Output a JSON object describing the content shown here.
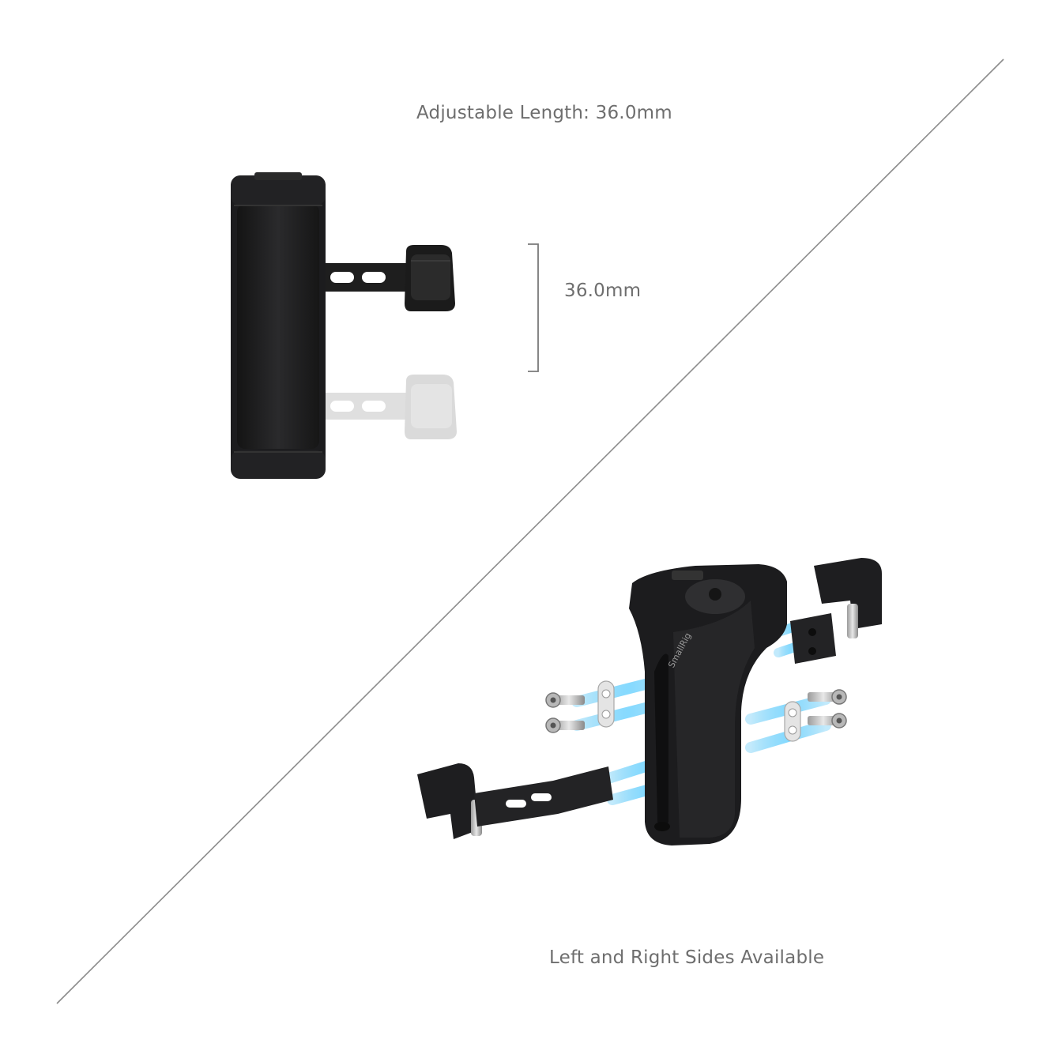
{
  "captions": {
    "adjustable_length": "Adjustable Length: 36.0mm",
    "dimension": "36.0mm",
    "sides": "Left and Right Sides Available"
  },
  "brand_mark": "SmallRig",
  "colors": {
    "background": "#ffffff",
    "caption_text": "#6e6e6e",
    "divider": "#8c8c8c",
    "handle_body": "#1c1c1e",
    "ghost_part": "#d9d9d9",
    "beam_blue": "#52c3f5"
  }
}
